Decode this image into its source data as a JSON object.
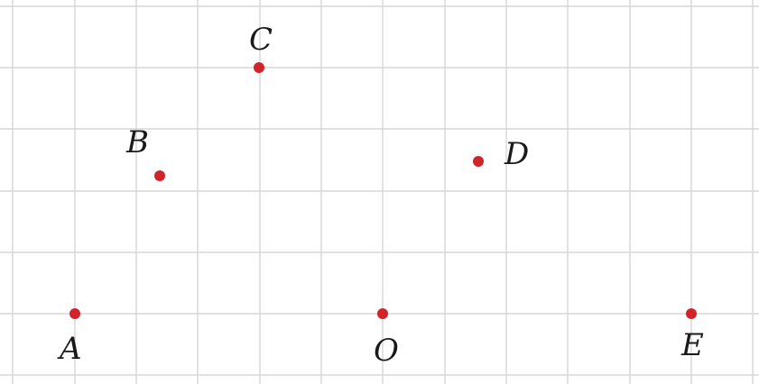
{
  "figure": {
    "point_color": "#d0232a",
    "grid_color": "#d6d6d6",
    "background": "#ffffff",
    "points": [
      {
        "id": "A",
        "label": "A"
      },
      {
        "id": "B",
        "label": "B"
      },
      {
        "id": "C",
        "label": "C"
      },
      {
        "id": "O",
        "label": "O"
      },
      {
        "id": "D",
        "label": "D"
      },
      {
        "id": "E",
        "label": "E"
      }
    ]
  }
}
